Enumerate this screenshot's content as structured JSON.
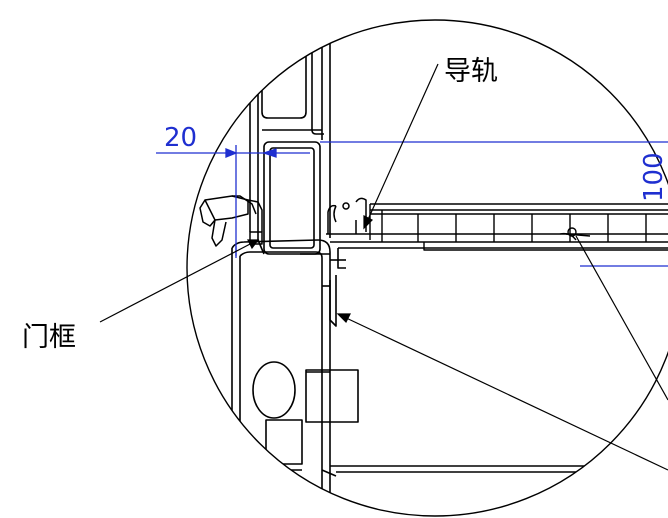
{
  "labels": {
    "guide_rail": "导轨",
    "door_frame": "门框"
  },
  "dimensions": {
    "horizontal": "20",
    "vertical": "100"
  },
  "colors": {
    "line": "#000000",
    "dimension": "#1f2fd0",
    "background": "#ffffff"
  }
}
